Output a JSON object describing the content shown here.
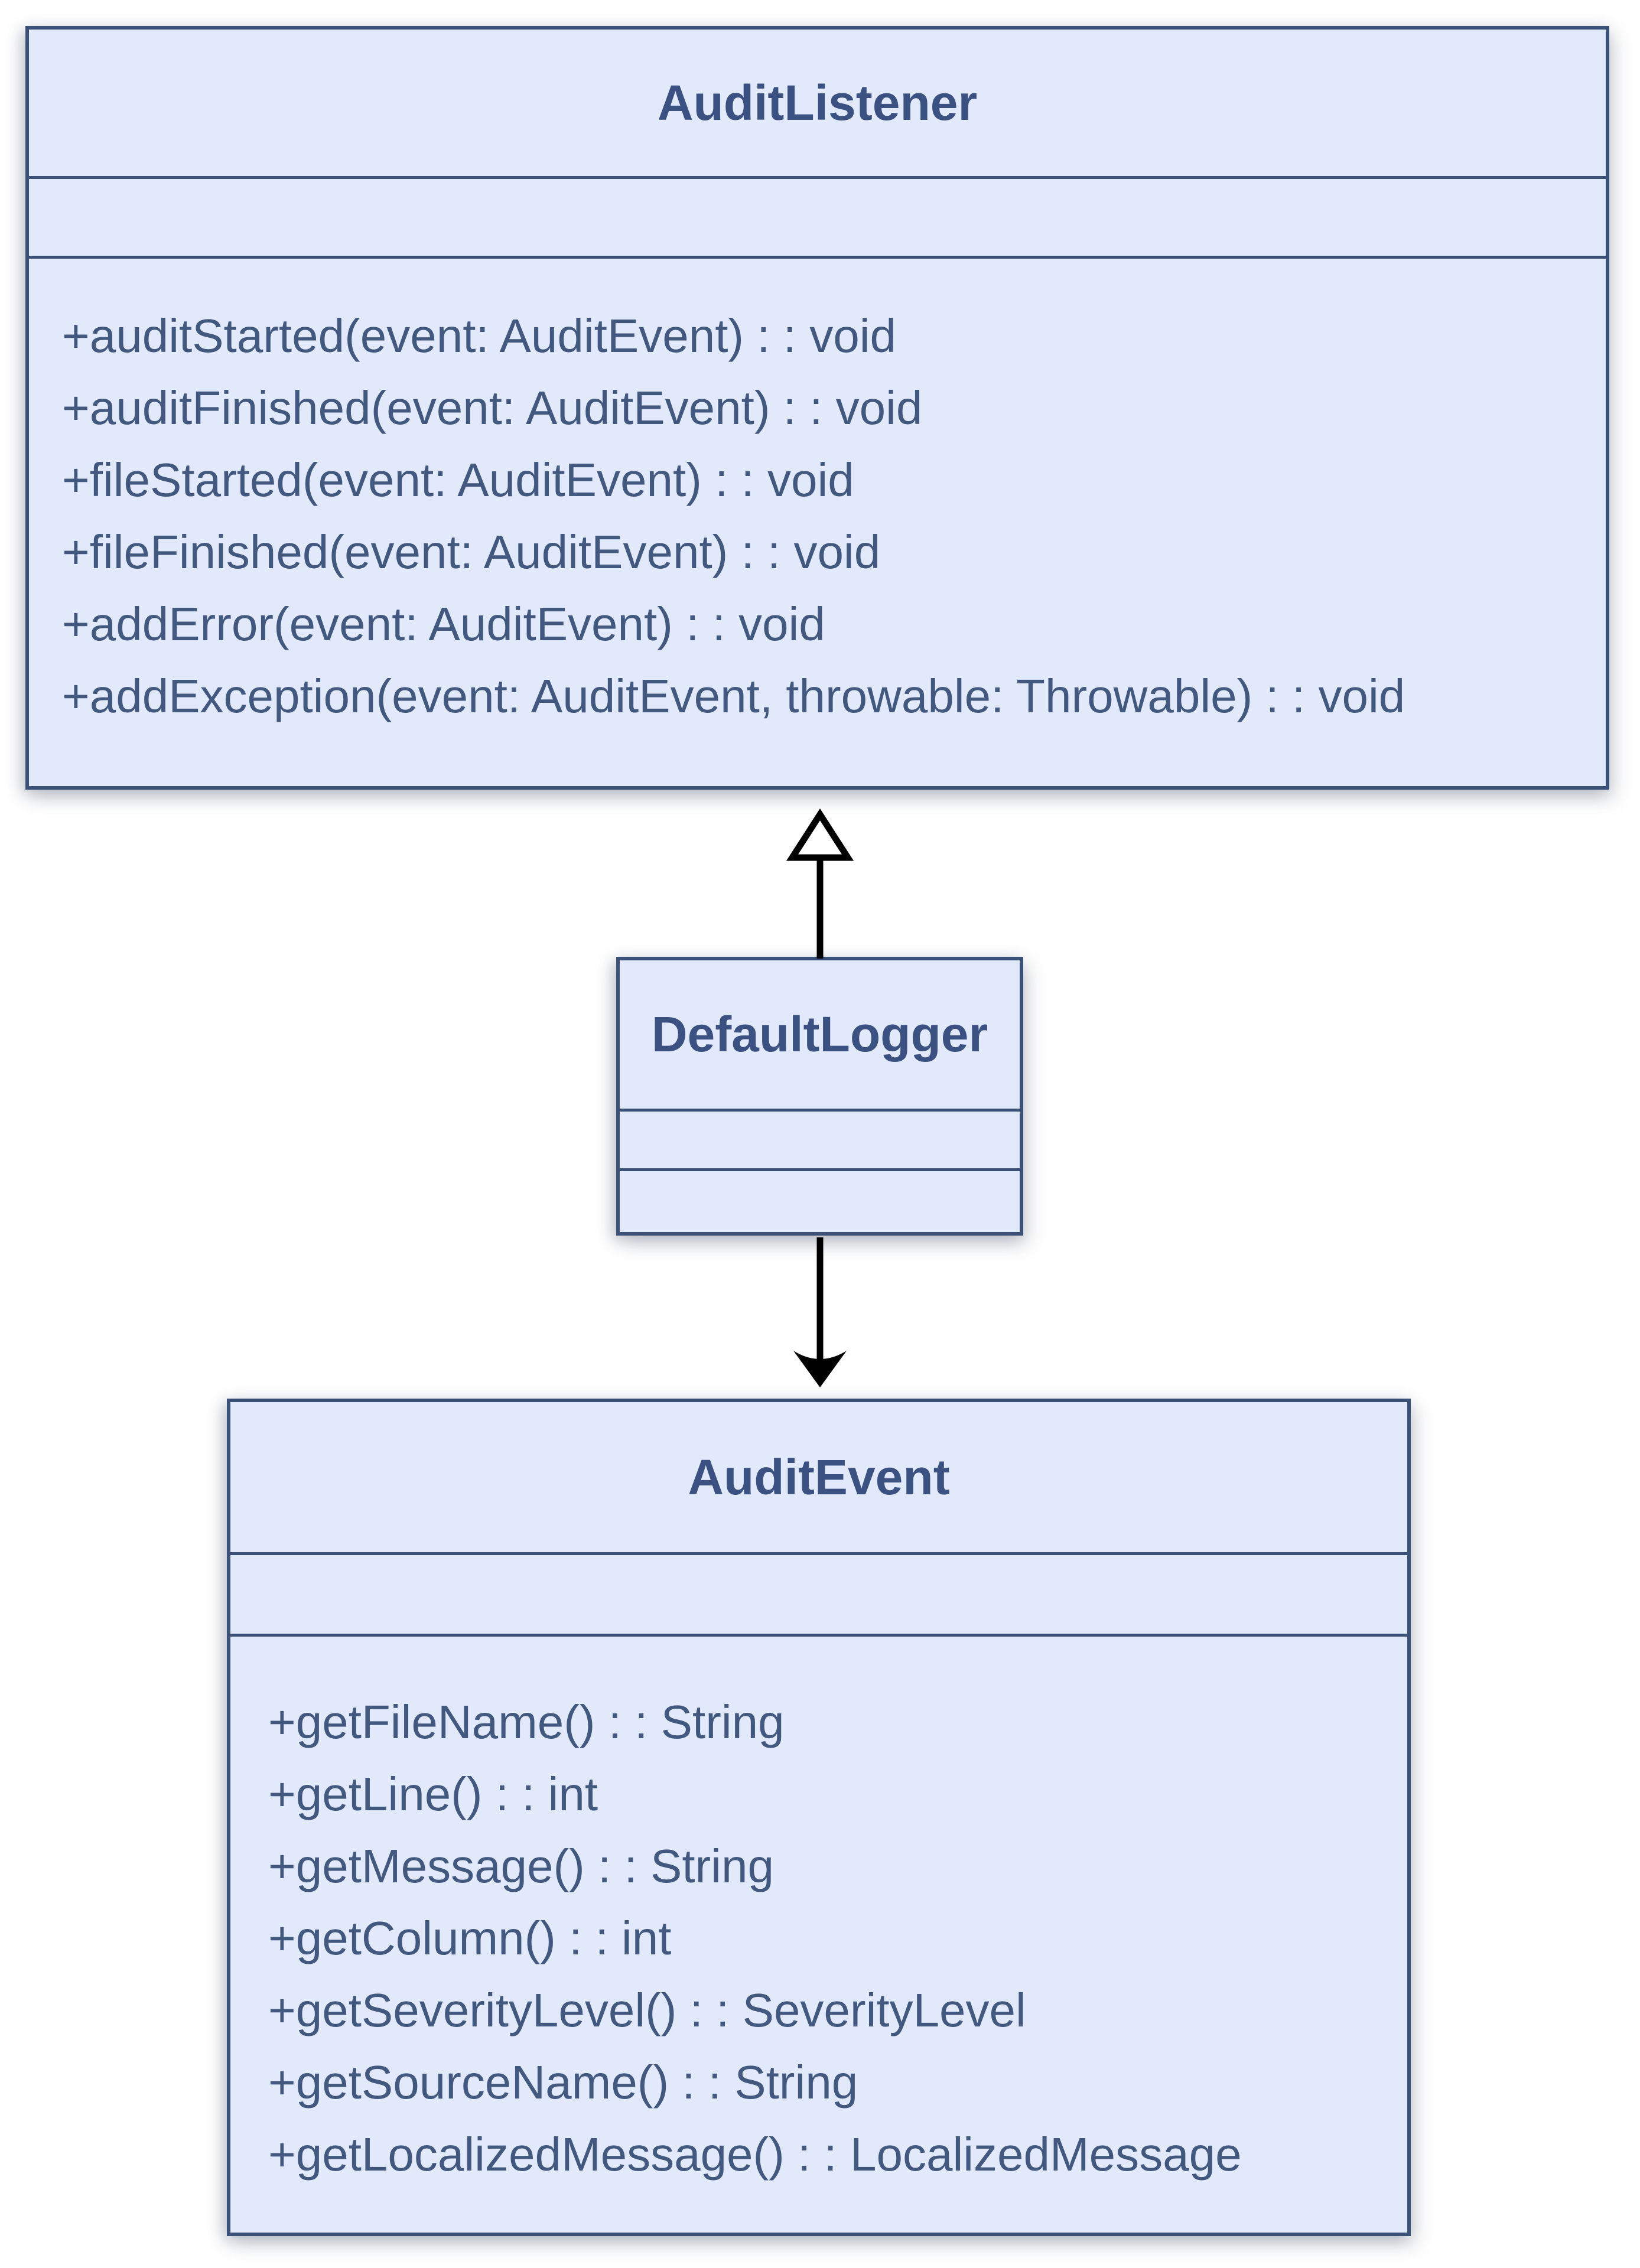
{
  "classes": [
    {
      "name": "AuditListener",
      "attributes": [],
      "methods": [
        "+auditStarted(event: AuditEvent) : : void",
        "+auditFinished(event: AuditEvent) : : void",
        "+fileStarted(event: AuditEvent) : : void",
        "+fileFinished(event: AuditEvent) : : void",
        "+addError(event: AuditEvent) : : void",
        "+addException(event: AuditEvent, throwable: Throwable) : : void"
      ]
    },
    {
      "name": "DefaultLogger",
      "attributes": [],
      "methods": []
    },
    {
      "name": "AuditEvent",
      "attributes": [],
      "methods": [
        "+getFileName() : : String",
        "+getLine() : : int",
        "+getMessage() : : String",
        "+getColumn() : : int",
        "+getSeverityLevel() : : SeverityLevel",
        "+getSourceName() : : String",
        "+getLocalizedMessage() : : LocalizedMessage"
      ]
    }
  ],
  "relationships": [
    {
      "from": "DefaultLogger",
      "to": "AuditListener",
      "type": "realization",
      "arrowhead": "hollow-triangle"
    },
    {
      "from": "DefaultLogger",
      "to": "AuditEvent",
      "type": "directed-association",
      "arrowhead": "open-arrow"
    }
  ],
  "colors": {
    "background": "#ffffff",
    "box_fill": "#e2e9fb",
    "box_border": "#3b5178",
    "title_text": "#3a5181",
    "method_text": "#42587f",
    "arrow": "#000000"
  }
}
